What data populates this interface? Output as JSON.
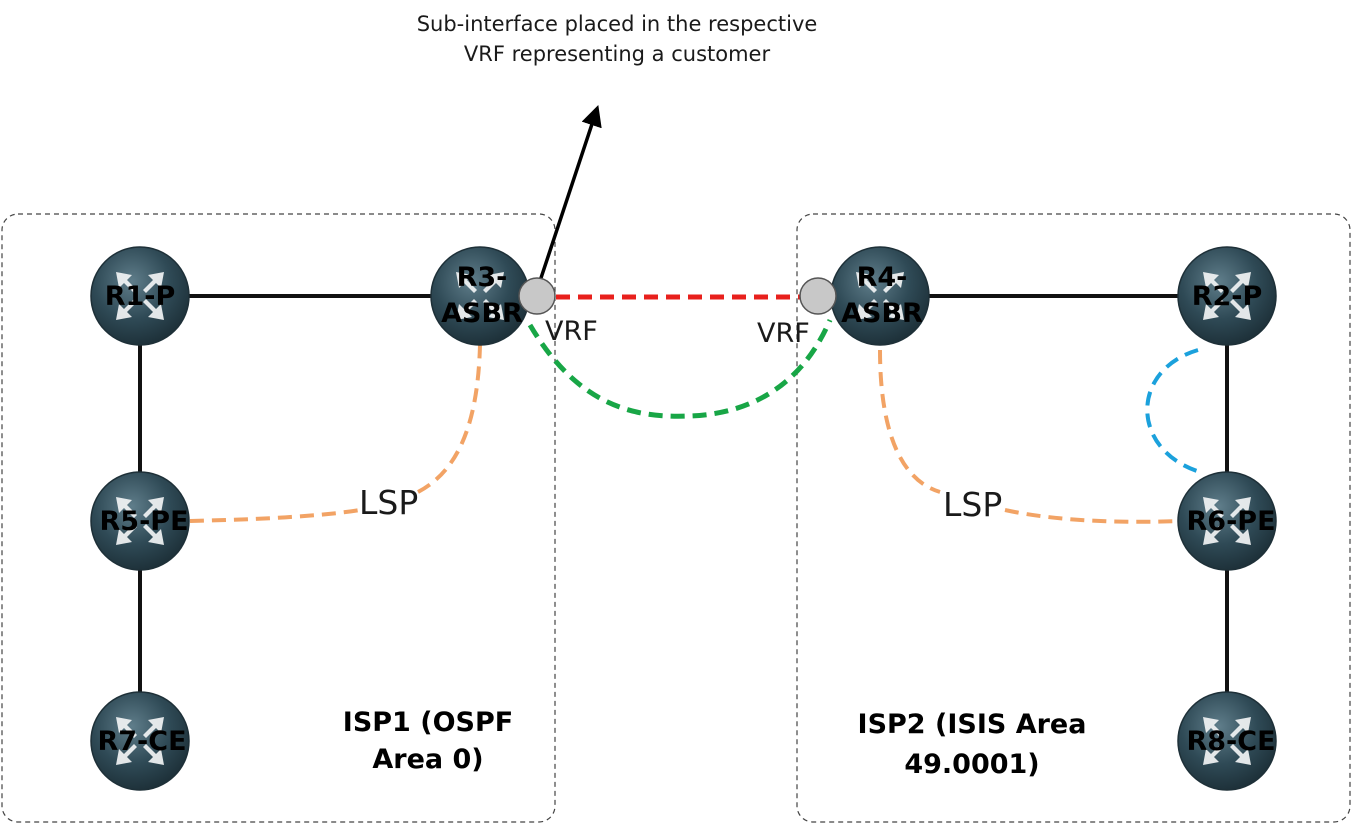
{
  "annotation": {
    "line1": "Sub-interface placed in the respective",
    "line2": "VRF representing a customer"
  },
  "routers": {
    "r1": {
      "line1": "R1-P",
      "line2": ""
    },
    "r3": {
      "line1": "R3-",
      "line2": "ASBR"
    },
    "r4": {
      "line1": "R4-",
      "line2": "ASBR"
    },
    "r2": {
      "line1": "R2-P",
      "line2": ""
    },
    "r5": {
      "line1": "R5-PE",
      "line2": ""
    },
    "r6": {
      "line1": "R6-PE",
      "line2": ""
    },
    "r7": {
      "line1": "R7-CE",
      "line2": ""
    },
    "r8": {
      "line1": "R8-CE",
      "line2": ""
    }
  },
  "vrf": {
    "left": "VRF",
    "right": "VRF"
  },
  "lsp": {
    "left": "LSP",
    "right": "LSP"
  },
  "areas": {
    "isp1": {
      "line1": "ISP1 (OSPF",
      "line2": "Area 0)"
    },
    "isp2": {
      "line1": "ISP2 (ISIS Area",
      "line2": "49.0001)"
    }
  },
  "colors": {
    "ebgp_link": "#e8201c",
    "vrf_session": "#18a646",
    "lsp": "#f2a365",
    "igp_loop": "#1ba1dc",
    "router_body": "#2f4a56",
    "vrf_port": "#c8c8c8"
  },
  "icons": {
    "router": "router-icon",
    "port": "vrf-subinterface-icon"
  }
}
